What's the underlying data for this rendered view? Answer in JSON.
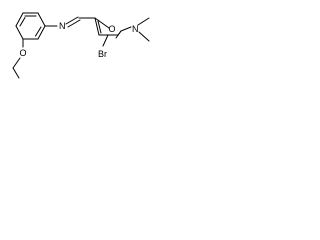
{
  "molecule": {
    "atoms": {
      "imine_nitrogen": "N",
      "ether_oxygen": "O",
      "furan_oxygen": "O",
      "amine_nitrogen": "N",
      "bromine": "Br"
    }
  },
  "colors": {
    "background": "#ffffff",
    "ink": "#000000"
  }
}
